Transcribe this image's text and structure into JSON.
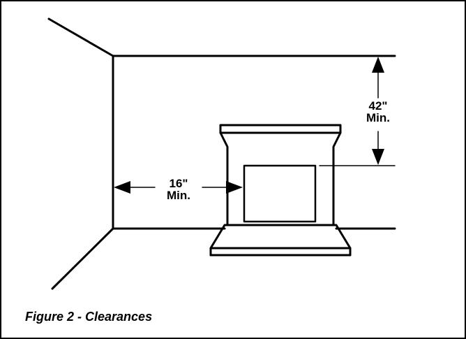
{
  "figure": {
    "caption": "Figure 2 - Clearances"
  },
  "dimensions": {
    "top_clearance": {
      "value": "42\"",
      "qualifier": "Min."
    },
    "side_clearance": {
      "value": "16\"",
      "qualifier": "Min."
    }
  }
}
